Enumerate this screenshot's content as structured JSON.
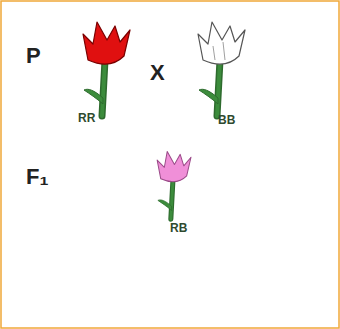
{
  "diagram": {
    "labels": [
      "P",
      "X",
      "RR",
      "BB",
      "F₁",
      "RB"
    ]
  }
}
